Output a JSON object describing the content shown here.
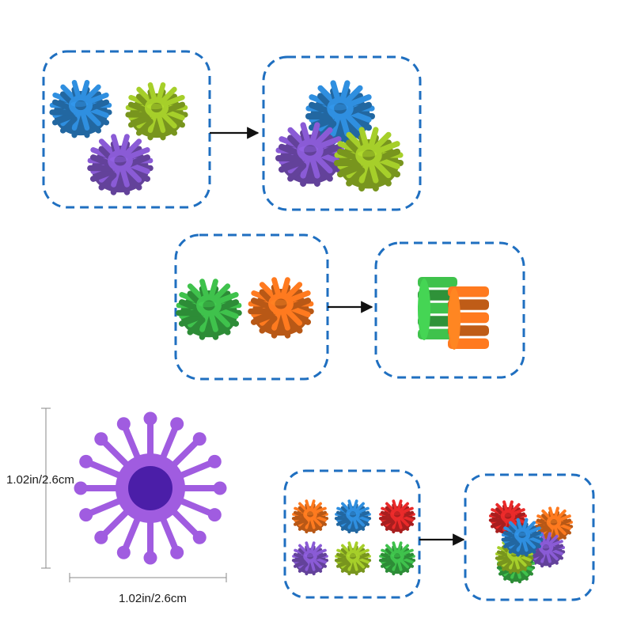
{
  "colors": {
    "frame": "#1f6fc0",
    "arrow": "#111111",
    "blue": "#2f8fe0",
    "lime": "#a6cf2a",
    "purple": "#8a5bd6",
    "green": "#3fc24c",
    "orange": "#ff7a1f",
    "red": "#ea2a2a",
    "diagram_purple": "#a05ce0",
    "diagram_hub": "#4b1ea8",
    "dimension_line": "#888888"
  },
  "illustrations": [
    {
      "name": "three-gears-separate",
      "gears": [
        "blue",
        "lime",
        "purple"
      ]
    },
    {
      "name": "three-gears-meshed",
      "gears": [
        "blue",
        "purple",
        "lime"
      ]
    },
    {
      "name": "two-gears-separate",
      "gears": [
        "green",
        "orange"
      ]
    },
    {
      "name": "two-gears-meshed",
      "gears": [
        "green",
        "orange"
      ]
    },
    {
      "name": "six-gears-grid",
      "gears": [
        "orange",
        "blue",
        "red",
        "purple",
        "lime",
        "green"
      ]
    },
    {
      "name": "six-gears-stacked",
      "gears": [
        "red",
        "orange",
        "blue",
        "lime",
        "purple",
        "green"
      ]
    }
  ],
  "dimensions": {
    "height_label": "1.02in/2.6cm",
    "width_label": "1.02in/2.6cm"
  }
}
